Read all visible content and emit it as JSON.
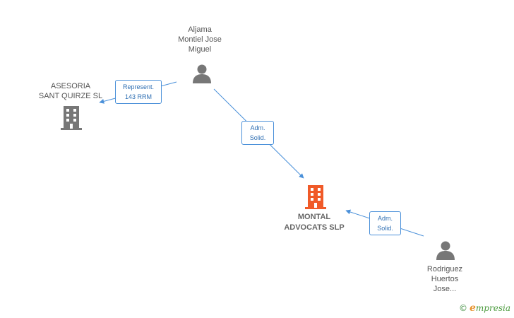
{
  "nodes": {
    "aljama": {
      "lines": [
        "Aljama",
        "Montiel Jose",
        "Miguel"
      ],
      "icon": "person-icon"
    },
    "asesoria": {
      "lines": [
        "ASESORIA",
        "SANT QUIRZE SL"
      ],
      "icon": "building-icon"
    },
    "montal": {
      "lines": [
        "MONTAL",
        "ADVOCATS SLP"
      ],
      "icon": "building-icon"
    },
    "rodriguez": {
      "lines": [
        "Rodriguez",
        "Huertos",
        "Jose..."
      ],
      "icon": "person-icon"
    }
  },
  "edges": {
    "represent": {
      "lines": [
        "Represent.",
        "143 RRM"
      ]
    },
    "adm_solid_1": {
      "lines": [
        "Adm.",
        "Solid."
      ]
    },
    "adm_solid_2": {
      "lines": [
        "Adm.",
        "Solid."
      ]
    }
  },
  "colors": {
    "edge": "#4a90d9",
    "person": "#777777",
    "building_secondary": "#777777",
    "building_main": "#f05a28"
  },
  "brand": {
    "copyright": "©",
    "initial": "e",
    "name": "mpresia"
  }
}
